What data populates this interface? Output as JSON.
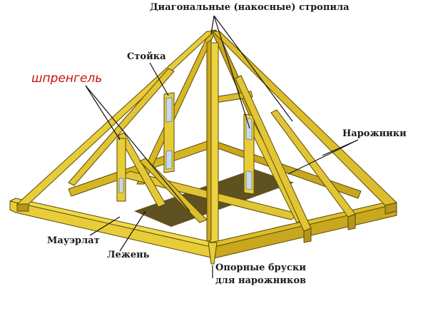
{
  "colors": {
    "wood_light": "#e8cd3a",
    "wood_mid": "#d6b521",
    "wood_dark": "#b6951a",
    "wood_shadow": "#5f5120",
    "plate": "#c9d9e6",
    "label_red": "#cc1111",
    "label_dark": "#1a1a1a"
  },
  "labels": {
    "diagonal_rafters": "Диагональные (накосные) стропила",
    "post": "Стойка",
    "strut": "шпренгель",
    "jack_rafters": "Нарожники",
    "wall_plate": "Мауэрлат",
    "sill_beam": "Лежень",
    "support_bars_line1": "Опорные бруски",
    "support_bars_line2": "для нарожников"
  }
}
